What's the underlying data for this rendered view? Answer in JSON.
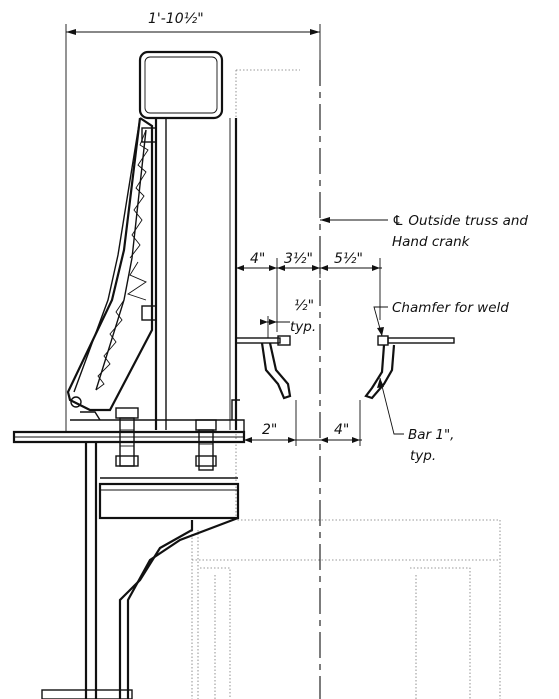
{
  "dimensions": {
    "overall_width": "1'-10½\"",
    "gap_4_top": "4\"",
    "gap_3_5": "3½\"",
    "gap_5_5": "5½\"",
    "half_inch": "½\"",
    "half_inch_typ": "typ.",
    "gap_2": "2\"",
    "gap_4_bottom": "4\""
  },
  "callouts": {
    "centerline_line1": "℄ Outside truss and",
    "centerline_line2": "Hand crank",
    "chamfer": "Chamfer for weld",
    "bar_line1": "Bar 1\",",
    "bar_line2": "typ."
  }
}
